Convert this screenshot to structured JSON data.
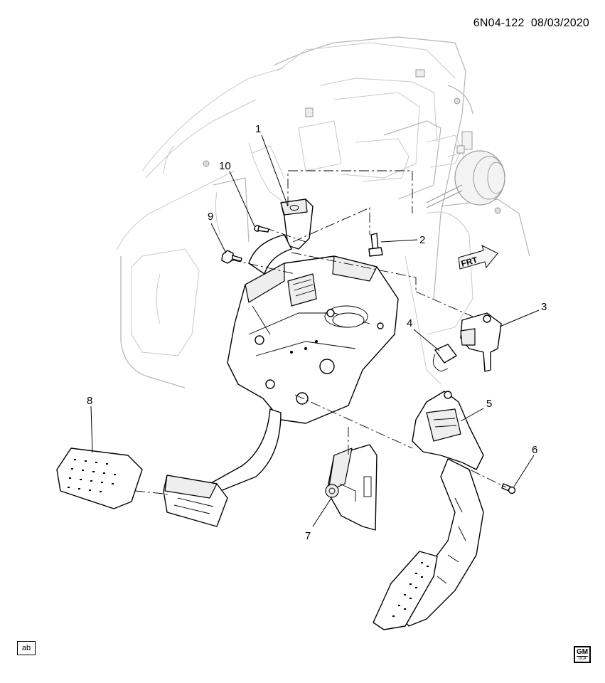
{
  "header": {
    "diagram_code": "6N04-122",
    "date": "08/03/2020"
  },
  "callouts": [
    "1",
    "2",
    "3",
    "4",
    "5",
    "6",
    "7",
    "8",
    "9",
    "10"
  ],
  "direction_label": "FRT",
  "footer": {
    "badge": "ab",
    "logo_main": "GM",
    "logo_sub": "OCA"
  }
}
